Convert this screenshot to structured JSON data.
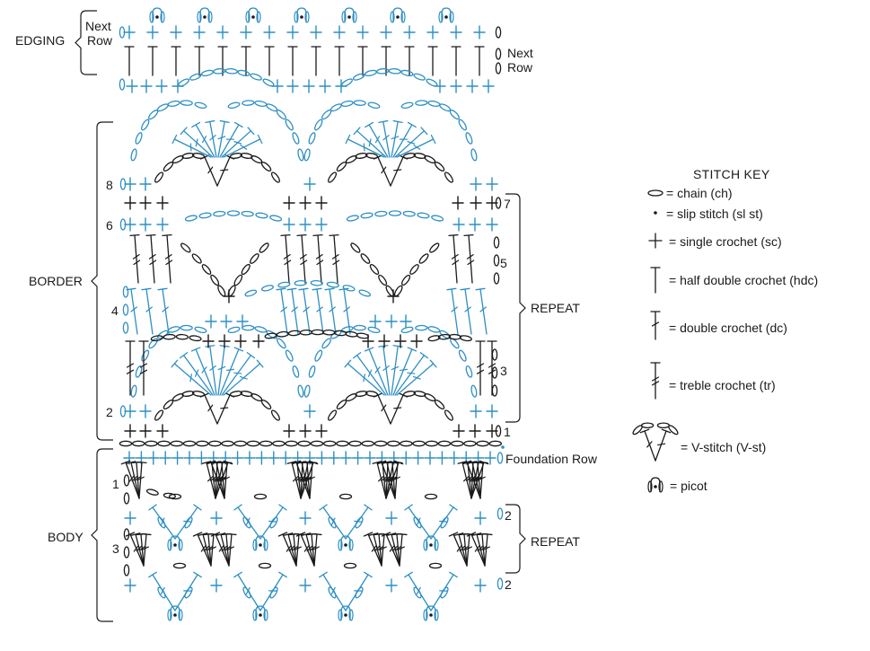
{
  "diagram": {
    "edging_label": "EDGING",
    "next_row_left": [
      "Next",
      "Row"
    ],
    "next_row_right": [
      "Next",
      "Row"
    ],
    "border_label": "BORDER",
    "body_label": "BODY",
    "repeat_label": "REPEAT",
    "foundation_label": "Foundation Row",
    "row_numbers_left_border": [
      "8",
      "6",
      "4",
      "2"
    ],
    "row_numbers_right_border": [
      "7",
      "5",
      "3",
      "1"
    ],
    "row_numbers_left_body": [
      "1",
      "3"
    ],
    "row_numbers_right_body": [
      "2",
      "2"
    ]
  },
  "key": {
    "title": "STITCH KEY",
    "items": [
      {
        "symbol": "chain",
        "text": "= chain (ch)"
      },
      {
        "symbol": "slip-stitch",
        "text": "= slip stitch (sl st)"
      },
      {
        "symbol": "single-crochet",
        "text": "= single crochet (sc)"
      },
      {
        "symbol": "half-double-crochet",
        "text": "= half double crochet (hdc)"
      },
      {
        "symbol": "double-crochet",
        "text": "= double crochet (dc)"
      },
      {
        "symbol": "treble-crochet",
        "text": "= treble crochet (tr)"
      },
      {
        "symbol": "v-stitch",
        "text": "= V-stitch (V-st)"
      },
      {
        "symbol": "picot",
        "text": "= picot"
      }
    ]
  },
  "colors": {
    "blue": "#2e8fc4",
    "black": "#1a1a1a"
  }
}
